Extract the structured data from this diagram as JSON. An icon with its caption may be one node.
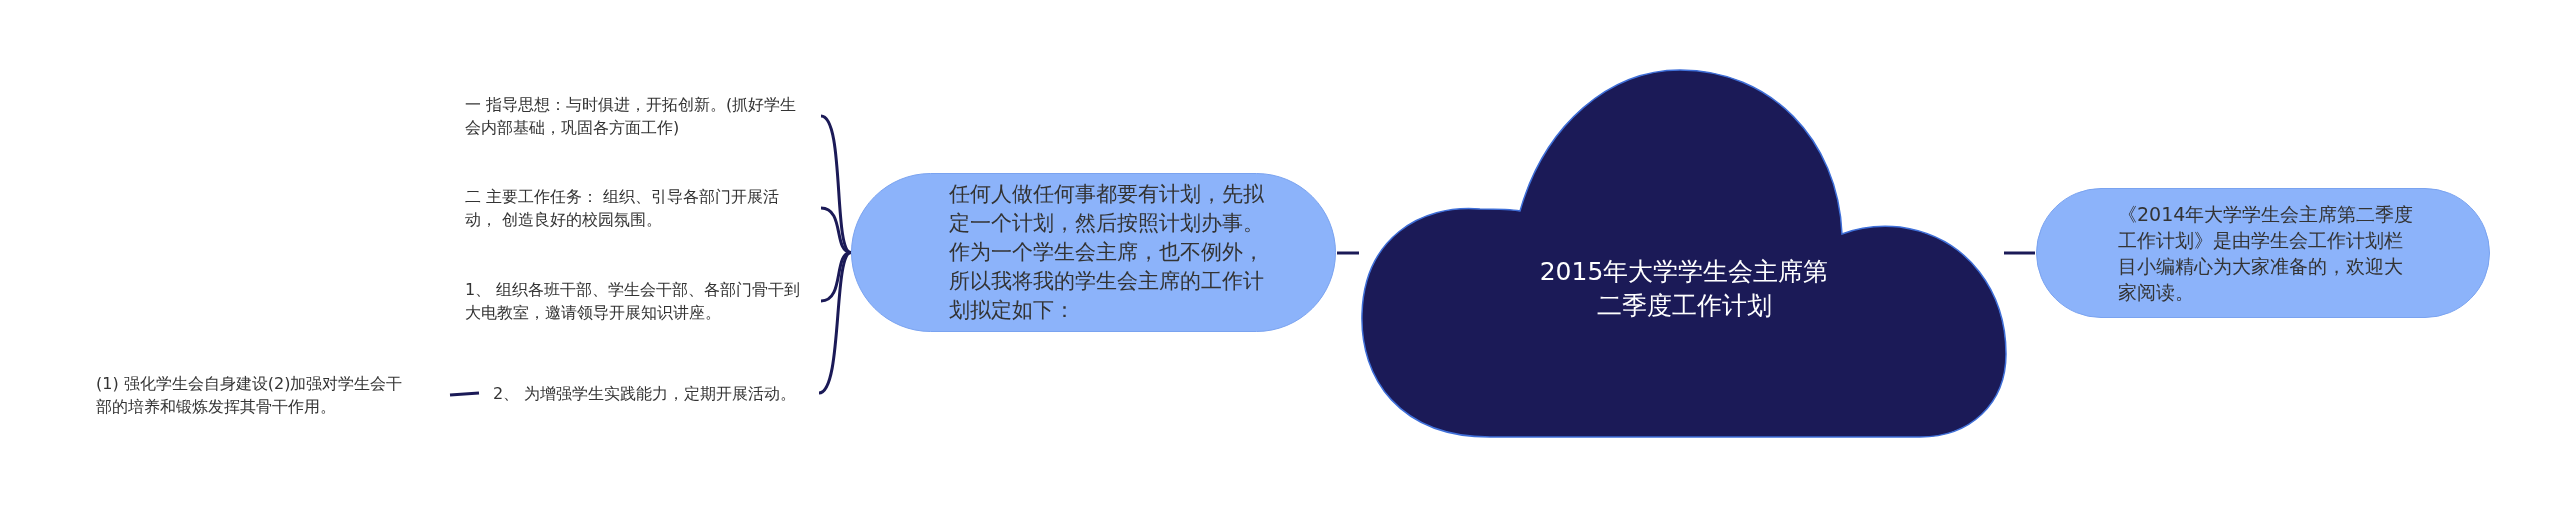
{
  "diagram": {
    "nodes": [
      {
        "text": [
          "2015年大学学生会主席第二季度工作计划"
        ]
      },
      {
        "text": [
          "任何人做任何事都要有计划，先拟定一个计划，然后按照计划办事。作为一个学生会主席，也不例外，所以我将我的学生会主席的工作计划拟定如下："
        ]
      },
      {
        "text": [
          "《2014年大学学生会主席第二季度工作计划》是由学生会工作计划栏目小编精心为大家准备的，欢迎大家阅读。"
        ]
      },
      {
        "text": [
          "一 指导思想：与时俱进，开拓创新。(抓好学生会内部基础，巩固各方面工作)"
        ]
      },
      {
        "text": [
          "二 主要工作任务： 组织、引导各部门开展活动， 创造良好的校园氛围。"
        ]
      },
      {
        "text": [
          "1、 组织各班干部、学生会干部、各部门骨干到大电教室，邀请领导开展知识讲座。"
        ]
      },
      {
        "text": [
          "2、 为增强学生实践能力，定期开展活动。"
        ]
      },
      {
        "text": [
          "(1) 强化学生会自身建设(2)加强对学生会干部的培养和锻炼发挥其骨干作用。"
        ]
      }
    ],
    "edges": [
      {
        "from": 0,
        "to": 1,
        "arrow": "none"
      },
      {
        "from": 0,
        "to": 2,
        "arrow": "none"
      },
      {
        "from": 1,
        "to": 3,
        "arrow": "none"
      },
      {
        "from": 1,
        "to": 4,
        "arrow": "none"
      },
      {
        "from": 1,
        "to": 5,
        "arrow": "none"
      },
      {
        "from": 1,
        "to": 6,
        "arrow": "none"
      },
      {
        "from": 6,
        "to": 7,
        "arrow": "none"
      }
    ]
  }
}
